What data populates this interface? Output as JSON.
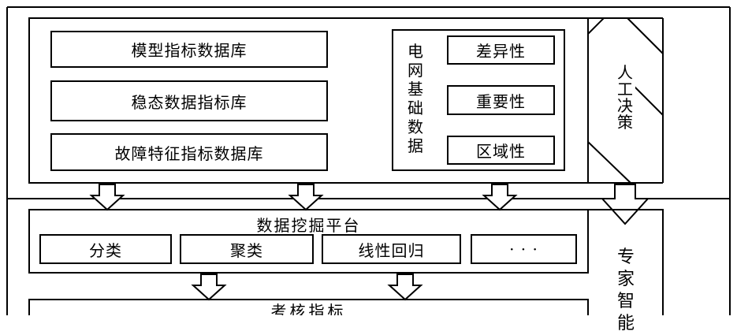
{
  "top_section": {
    "indicator_dbs": [
      "模型指标数据库",
      "稳态数据指标库",
      "故障特征指标数据库"
    ],
    "grid_base": {
      "label_chars": [
        "电",
        "网",
        "基",
        "础",
        "数",
        "据"
      ],
      "properties": [
        "差异性",
        "重要性",
        "区域性"
      ]
    },
    "manual_decision_chars": [
      "人",
      "工",
      "决",
      "策"
    ]
  },
  "mining_platform": {
    "title": "数据挖掘平台",
    "methods": [
      "分类",
      "聚类",
      "线性回归",
      "· · ·"
    ]
  },
  "expert_chars": [
    "专",
    "家",
    "智",
    "能"
  ],
  "assessment": {
    "title": "考核指标"
  },
  "colors": {
    "line": "#000000",
    "background": "#ffffff"
  }
}
